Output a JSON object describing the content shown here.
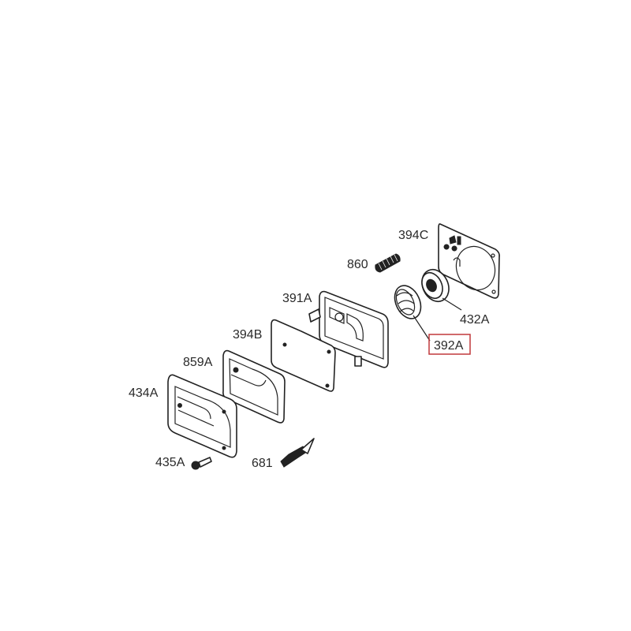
{
  "diagram": {
    "highlight_color": "#c0393b",
    "highlighted_part": "392A",
    "parts": {
      "p394C": "394C",
      "p860": "860",
      "p391A": "391A",
      "p432A": "432A",
      "p394B": "394B",
      "p392A": "392A",
      "p859A": "859A",
      "p434A": "434A",
      "p435A": "435A",
      "p681": "681"
    }
  }
}
